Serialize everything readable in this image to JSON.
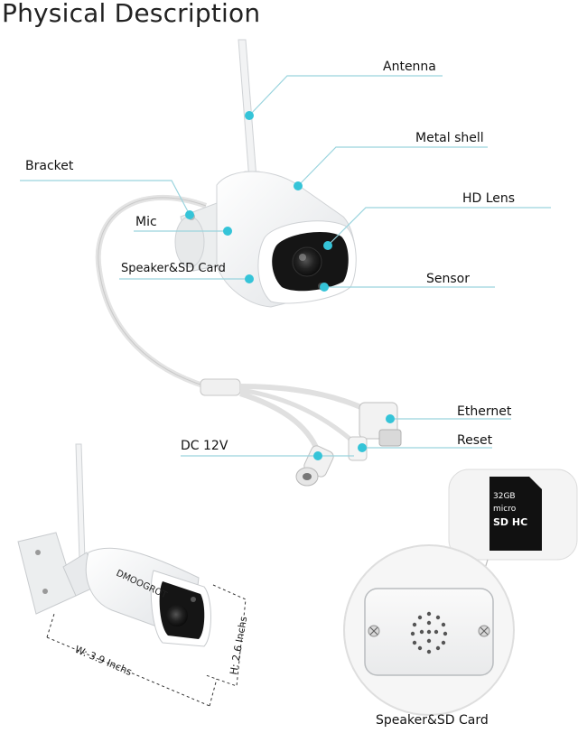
{
  "title": "Physical Description",
  "callouts": {
    "antenna": "Antenna",
    "metal_shell": "Metal shell",
    "bracket": "Bracket",
    "hd_lens": "HD Lens",
    "mic": "Mic",
    "speaker_sd": "Speaker&SD Card",
    "sensor": "Sensor",
    "ethernet": "Ethernet",
    "dc": "DC 12V",
    "reset": "Reset"
  },
  "dimensions": {
    "width": "W: 3.9 Inchs",
    "height": "H: 2.6 Inchs"
  },
  "sd_card": {
    "capacity": "32GB",
    "brand": "micro",
    "type": "SD HC"
  },
  "camera_brand": "DMOOGROT",
  "bottom_caption": "Speaker&SD Card",
  "colors": {
    "callout_dot": "#35c4d8",
    "leader_line": "#9ad4de",
    "camera_body": "#f4f5f6",
    "lens_face": "#1a1a1a"
  }
}
